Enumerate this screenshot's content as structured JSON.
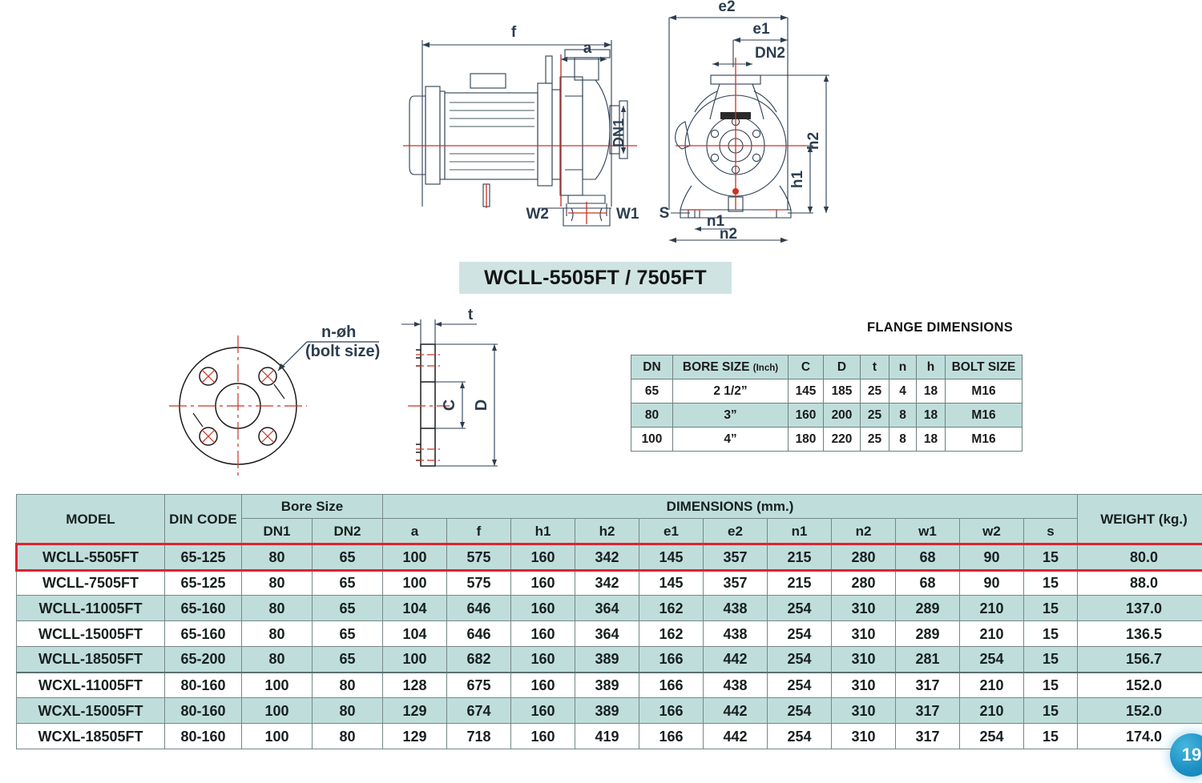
{
  "drawing": {
    "model_title": "WCLL-5505FT / 7505FT",
    "side_view_labels": {
      "f": "f",
      "a": "a",
      "dn1": "DN1",
      "w1": "W1",
      "w2": "W2"
    },
    "front_view_labels": {
      "e1": "e1",
      "e2": "e2",
      "dn2": "DN2",
      "h1": "h1",
      "h2": "h2",
      "n1": "n1",
      "n2": "n2",
      "s": "S"
    },
    "flange_view_labels": {
      "bolt_note_line1": "n-øh",
      "bolt_note_line2": "(bolt size)",
      "t": "t",
      "c": "C",
      "d": "D"
    }
  },
  "flange_section": {
    "title": "FLANGE DIMENSIONS",
    "columns": [
      "DN",
      "BORE SIZE",
      "(Inch)",
      "C",
      "D",
      "t",
      "n",
      "h",
      "BOLT SIZE"
    ],
    "header": {
      "dn": "DN",
      "bore_size": "BORE SIZE",
      "bore_unit": "(Inch)",
      "c": "C",
      "d": "D",
      "t": "t",
      "n": "n",
      "h": "h",
      "bolt_size": "BOLT SIZE"
    },
    "rows": [
      {
        "dn": "65",
        "bore": "2 1/2”",
        "c": "145",
        "d": "185",
        "t": "25",
        "n": "4",
        "h": "18",
        "bolt": "M16"
      },
      {
        "dn": "80",
        "bore": "3”",
        "c": "160",
        "d": "200",
        "t": "25",
        "n": "8",
        "h": "18",
        "bolt": "M16"
      },
      {
        "dn": "100",
        "bore": "4”",
        "c": "180",
        "d": "220",
        "t": "25",
        "n": "8",
        "h": "18",
        "bolt": "M16"
      }
    ]
  },
  "main_table": {
    "header": {
      "model": "MODEL",
      "din_code": "DIN CODE",
      "bore_size": "Bore Size",
      "dn1": "DN1",
      "dn2": "DN2",
      "dimensions": "DIMENSIONS (mm.)",
      "a": "a",
      "f": "f",
      "h1": "h1",
      "h2": "h2",
      "e1": "e1",
      "e2": "e2",
      "n1": "n1",
      "n2": "n2",
      "w1": "w1",
      "w2": "w2",
      "s": "s",
      "weight": "WEIGHT (kg.)"
    },
    "rows": [
      {
        "model": "WCLL-5505FT",
        "din": "65-125",
        "dn1": "80",
        "dn2": "65",
        "a": "100",
        "f": "575",
        "h1": "160",
        "h2": "342",
        "e1": "145",
        "e2": "357",
        "n1": "215",
        "n2": "280",
        "w1": "68",
        "w2": "90",
        "s": "15",
        "weight": "80.0",
        "highlighted": true,
        "band": true,
        "group_end": false
      },
      {
        "model": "WCLL-7505FT",
        "din": "65-125",
        "dn1": "80",
        "dn2": "65",
        "a": "100",
        "f": "575",
        "h1": "160",
        "h2": "342",
        "e1": "145",
        "e2": "357",
        "n1": "215",
        "n2": "280",
        "w1": "68",
        "w2": "90",
        "s": "15",
        "weight": "88.0",
        "highlighted": false,
        "band": false,
        "group_end": false
      },
      {
        "model": "WCLL-11005FT",
        "din": "65-160",
        "dn1": "80",
        "dn2": "65",
        "a": "104",
        "f": "646",
        "h1": "160",
        "h2": "364",
        "e1": "162",
        "e2": "438",
        "n1": "254",
        "n2": "310",
        "w1": "289",
        "w2": "210",
        "s": "15",
        "weight": "137.0",
        "highlighted": false,
        "band": true,
        "group_end": false
      },
      {
        "model": "WCLL-15005FT",
        "din": "65-160",
        "dn1": "80",
        "dn2": "65",
        "a": "104",
        "f": "646",
        "h1": "160",
        "h2": "364",
        "e1": "162",
        "e2": "438",
        "n1": "254",
        "n2": "310",
        "w1": "289",
        "w2": "210",
        "s": "15",
        "weight": "136.5",
        "highlighted": false,
        "band": false,
        "group_end": false
      },
      {
        "model": "WCLL-18505FT",
        "din": "65-200",
        "dn1": "80",
        "dn2": "65",
        "a": "100",
        "f": "682",
        "h1": "160",
        "h2": "389",
        "e1": "166",
        "e2": "442",
        "n1": "254",
        "n2": "310",
        "w1": "281",
        "w2": "254",
        "s": "15",
        "weight": "156.7",
        "highlighted": false,
        "band": true,
        "group_end": true
      },
      {
        "model": "WCXL-11005FT",
        "din": "80-160",
        "dn1": "100",
        "dn2": "80",
        "a": "128",
        "f": "675",
        "h1": "160",
        "h2": "389",
        "e1": "166",
        "e2": "438",
        "n1": "254",
        "n2": "310",
        "w1": "317",
        "w2": "210",
        "s": "15",
        "weight": "152.0",
        "highlighted": false,
        "band": false,
        "group_end": false
      },
      {
        "model": "WCXL-15005FT",
        "din": "80-160",
        "dn1": "100",
        "dn2": "80",
        "a": "129",
        "f": "674",
        "h1": "160",
        "h2": "389",
        "e1": "166",
        "e2": "442",
        "n1": "254",
        "n2": "310",
        "w1": "317",
        "w2": "210",
        "s": "15",
        "weight": "152.0",
        "highlighted": false,
        "band": true,
        "group_end": false
      },
      {
        "model": "WCXL-18505FT",
        "din": "80-160",
        "dn1": "100",
        "dn2": "80",
        "a": "129",
        "f": "718",
        "h1": "160",
        "h2": "419",
        "e1": "166",
        "e2": "442",
        "n1": "254",
        "n2": "310",
        "w1": "317",
        "w2": "254",
        "s": "15",
        "weight": "174.0",
        "highlighted": false,
        "band": false,
        "group_end": false
      }
    ]
  },
  "page_badge": "19",
  "colors": {
    "table_header_teal": "#bfdedb",
    "row_band_teal": "#bfdedb",
    "highlight_red": "#e0232e",
    "drawing_line": "#2c3e50",
    "centerline_red": "#cc3322",
    "badge_blue": "#1b8fc4"
  }
}
